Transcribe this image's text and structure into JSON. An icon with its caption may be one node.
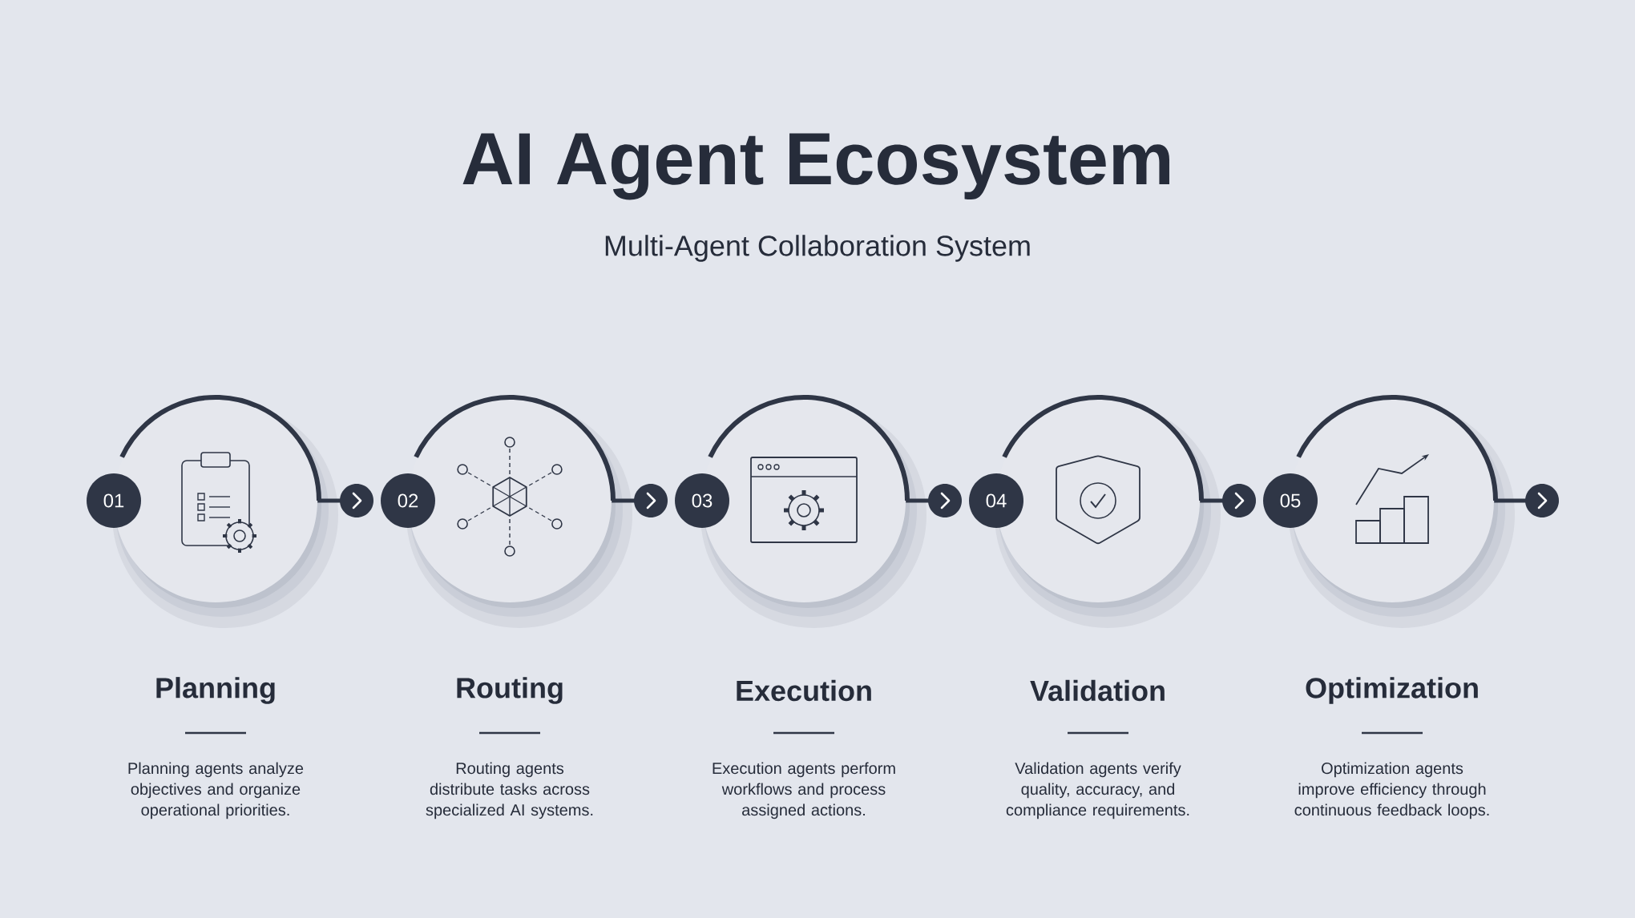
{
  "diagram": {
    "title": "AI Agent Ecosystem",
    "caption": "Multi-Agent Collaboration System",
    "nodes": [
      {
        "text": [
          "01"
        ],
        "beside": [
          "Planning",
          "Planning agents analyze objectives and organize operational priorities."
        ]
      },
      {
        "text": [
          "02"
        ],
        "beside": [
          "Routing",
          "Routing agents distribute tasks across specialized AI systems."
        ]
      },
      {
        "text": [
          "03"
        ],
        "beside": [
          "Execution",
          "Execution agents perform workflows and process assigned actions."
        ]
      },
      {
        "text": [
          "04"
        ],
        "beside": [
          "Validation",
          "Validation agents verify quality, accuracy, and compliance requirements."
        ]
      },
      {
        "text": [
          "05"
        ],
        "beside": [
          "Optimization",
          "Optimization agents improve efficiency through continuous feedback loops."
        ]
      }
    ],
    "edges": [
      {
        "from": 0,
        "to": 1,
        "arrow": "to"
      },
      {
        "from": 1,
        "to": 2,
        "arrow": "to"
      },
      {
        "from": 2,
        "to": 3,
        "arrow": "to"
      },
      {
        "from": 3,
        "to": 4,
        "arrow": "to"
      },
      {
        "from": 4,
        "to": null,
        "arrow": "to"
      }
    ]
  }
}
